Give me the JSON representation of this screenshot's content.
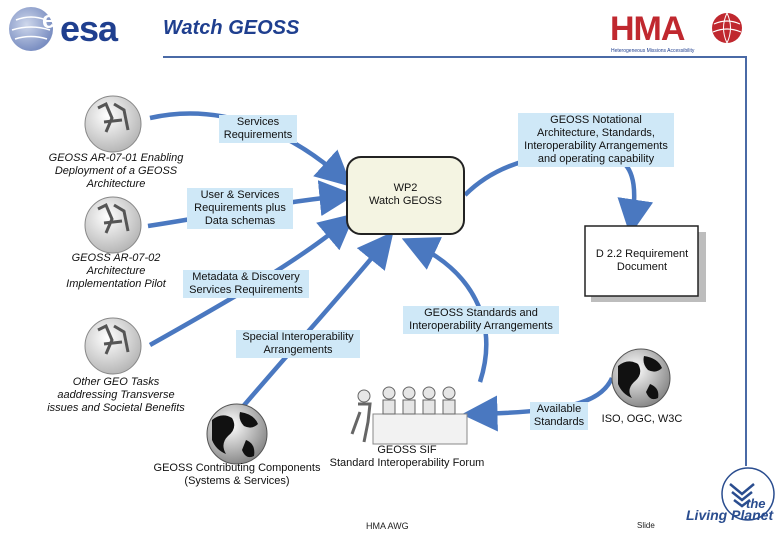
{
  "header": {
    "agency_logo_text": "esa",
    "title": "Watch GEOSS",
    "hma_logo_text": "HMA",
    "hma_tagline": "Heterogeneous Missions Accessibility"
  },
  "nodes": {
    "ar0701": "GEOSS AR-07-01 Enabling Deployment of a GEOSS Architecture",
    "ar0702": "GEOSS AR-07-02 Architecture Implementation Pilot",
    "other_geo": "Other GEO Tasks aaddressing Transverse issues and Societal Benefits",
    "contrib": "GEOSS Contributing Components (Systems & Services)",
    "wp2_line1": "WP2",
    "wp2_line2": "Watch GEOSS",
    "d22": "D 2.2 Requirement Document",
    "sif_line1": "GEOSS SIF",
    "sif_line2": "Standard Interoperability Forum",
    "iso": "ISO, OGC, W3C"
  },
  "labels": {
    "services_req": "Services Requirements",
    "user_services": "User & Services Requirements plus Data schemas",
    "metadata": "Metadata & Discovery Services Requirements",
    "special": "Special Interoperability Arrangements",
    "geoss_standards": "GEOSS Standards and Interoperability Arrangements",
    "notational": "GEOSS Notational Architecture, Standards, Interoperability Arrangements and operating capability",
    "available": "Available Standards"
  },
  "footer": {
    "center": "HMA AWG",
    "slide": "Slide",
    "brand_the": "the",
    "brand": "Living Planet"
  },
  "colors": {
    "arrow": "#4a78c0",
    "label_bg": "#cfe8f7",
    "esa_blue": "#1f3f8f",
    "hma_red": "#c0282f",
    "wp2_fill": "#f4f4e2"
  }
}
